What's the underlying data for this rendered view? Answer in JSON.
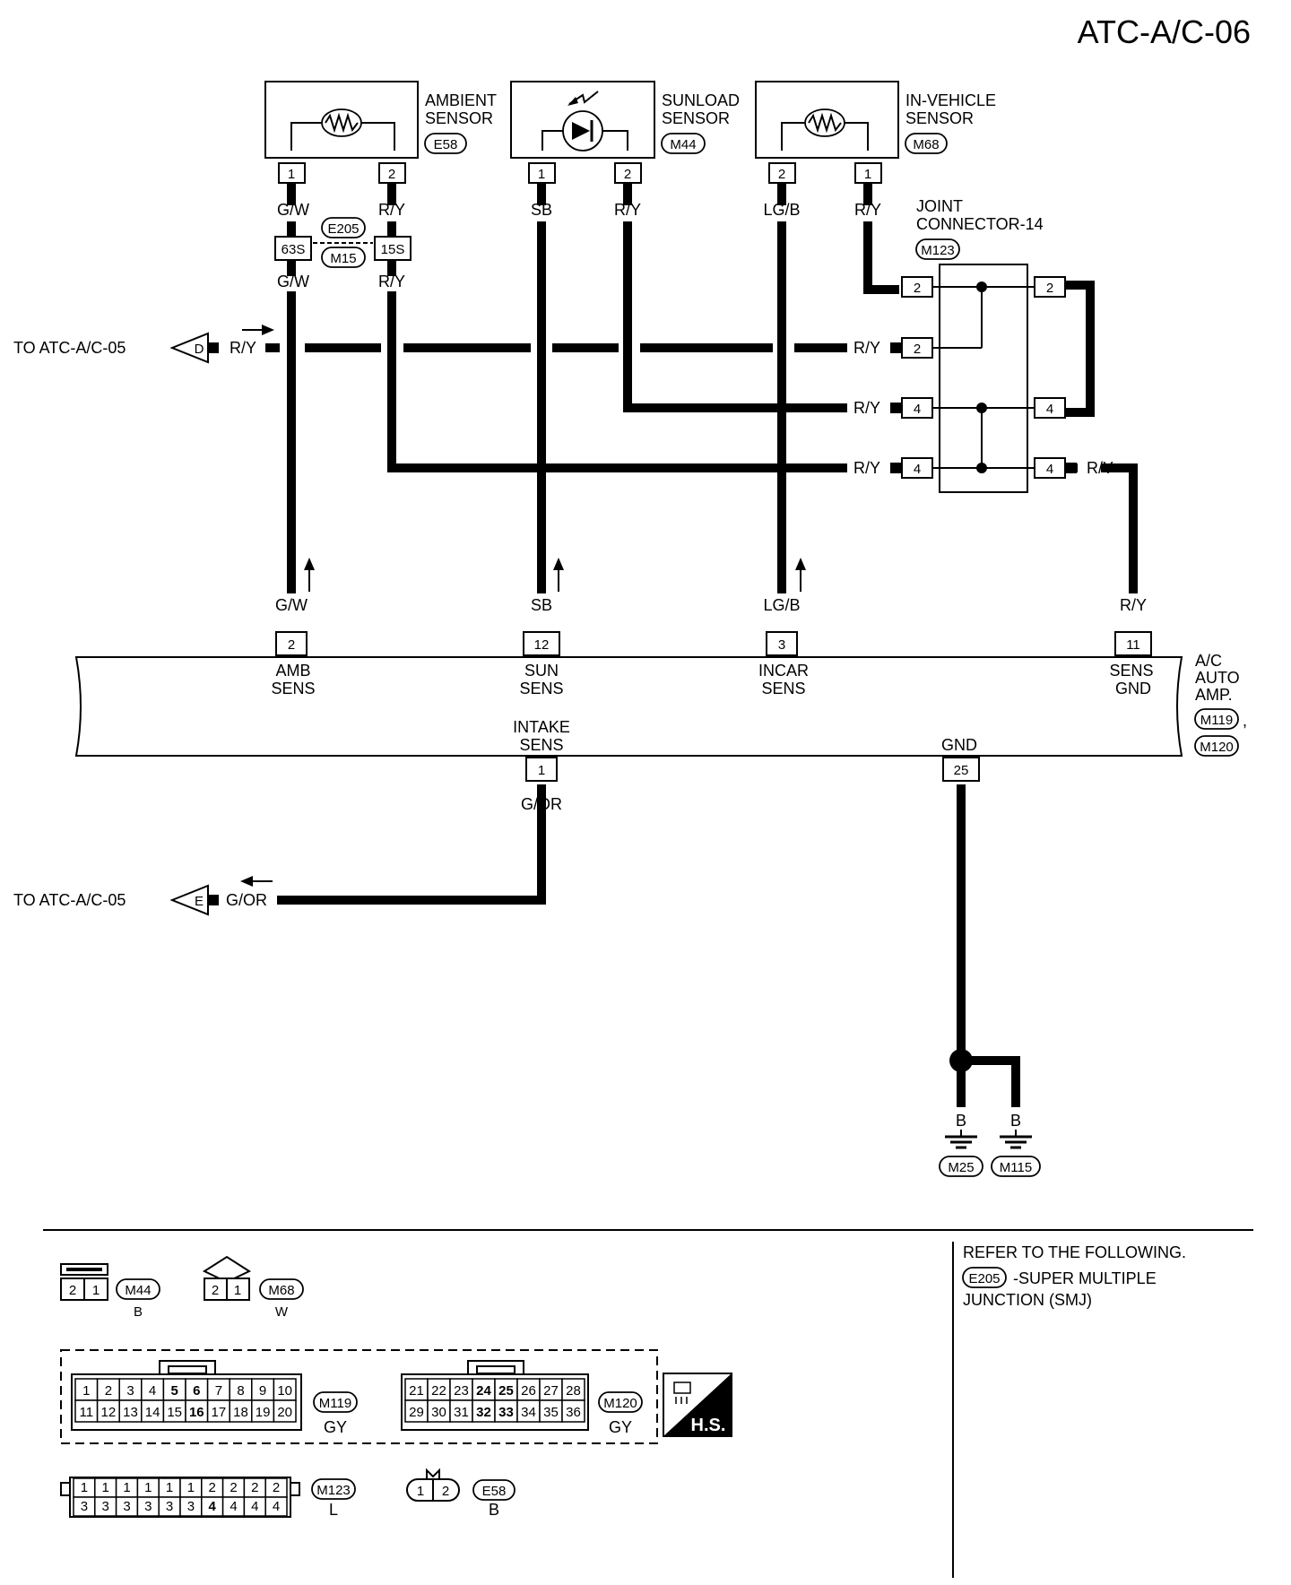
{
  "page_title": "ATC-A/C-06",
  "sensors": {
    "ambient": {
      "name_line1": "AMBIENT",
      "name_line2": "SENSOR",
      "connector": "E58",
      "pin_left": "1",
      "pin_right": "2",
      "wire_left": "G/W",
      "wire_right": "R/Y"
    },
    "sunload": {
      "name_line1": "SUNLOAD",
      "name_line2": "SENSOR",
      "connector": "M44",
      "pin_left": "1",
      "pin_right": "2",
      "wire_left": "SB",
      "wire_right": "R/Y"
    },
    "invehicle": {
      "name_line1": "IN-VEHICLE",
      "name_line2": "SENSOR",
      "connector": "M68",
      "pin_left": "2",
      "pin_right": "1",
      "wire_left": "LG/B",
      "wire_right": "R/Y"
    }
  },
  "smj": {
    "connector_top": "E205",
    "connector_bottom": "M15",
    "pin_left": "63S",
    "pin_right": "15S",
    "wire_left": "G/W",
    "wire_right": "R/Y"
  },
  "joint_connector": {
    "name_line1": "JOINT",
    "name_line2": "CONNECTOR-14",
    "connector": "M123",
    "pins_left": [
      "2",
      "2",
      "4",
      "4"
    ],
    "pins_right": [
      "2",
      "4",
      "4"
    ]
  },
  "off_page": {
    "d": {
      "text": "TO ATC-A/C-05",
      "letter": "D",
      "wire": "R/Y"
    },
    "e": {
      "text": "TO ATC-A/C-05",
      "letter": "E",
      "wire": "G/OR"
    }
  },
  "rows": {
    "r1_wire": "R/Y",
    "r2_wire": "R/Y",
    "r3_wire": "R/Y",
    "r3_out_wire": "R/Y"
  },
  "amp": {
    "name_line1": "A/C",
    "name_line2": "AUTO",
    "name_line3": "AMP.",
    "connector1": "M119",
    "comma": ",",
    "connector2": "M120",
    "top_terminals": [
      {
        "pin": "2",
        "wire": "G/W",
        "label1": "AMB",
        "label2": "SENS"
      },
      {
        "pin": "12",
        "wire": "SB",
        "label1": "SUN",
        "label2": "SENS"
      },
      {
        "pin": "3",
        "wire": "LG/B",
        "label1": "INCAR",
        "label2": "SENS"
      },
      {
        "pin": "11",
        "wire": "R/Y",
        "label1": "SENS",
        "label2": "GND"
      }
    ],
    "bottom_terminals": [
      {
        "pin": "1",
        "wire": "G/OR",
        "label1": "INTAKE",
        "label2": "SENS"
      },
      {
        "pin": "25",
        "wire": "B",
        "label1": "GND",
        "label2": ""
      }
    ]
  },
  "grounds": [
    {
      "wire": "B",
      "connector": "M25"
    },
    {
      "wire": "B",
      "connector": "M115"
    }
  ],
  "refer": {
    "line1": "REFER TO THE FOLLOWING.",
    "connector": "E205",
    "line2": "-SUPER MULTIPLE",
    "line3": "JUNCTION (SMJ)"
  },
  "connector_views": {
    "m44": {
      "id": "M44",
      "color": "B",
      "pins": [
        "2",
        "1"
      ]
    },
    "m68": {
      "id": "M68",
      "color": "W",
      "pins": [
        "2",
        "1"
      ]
    },
    "m119": {
      "id": "M119",
      "color": "GY",
      "row1": [
        "1",
        "2",
        "3",
        "4",
        "5",
        "6",
        "7",
        "8",
        "9",
        "10"
      ],
      "row2": [
        "11",
        "12",
        "13",
        "14",
        "15",
        "16",
        "17",
        "18",
        "19",
        "20"
      ]
    },
    "m120": {
      "id": "M120",
      "color": "GY",
      "row1": [
        "21",
        "22",
        "23",
        "24",
        "25",
        "26",
        "27",
        "28"
      ],
      "row2": [
        "29",
        "30",
        "31",
        "32",
        "33",
        "34",
        "35",
        "36"
      ]
    },
    "hs": {
      "text": "H.S."
    },
    "m123": {
      "id": "M123",
      "color": "L",
      "row1": [
        "1",
        "1",
        "1",
        "1",
        "1",
        "1",
        "2",
        "2",
        "2",
        "2"
      ],
      "row2": [
        "3",
        "3",
        "3",
        "3",
        "3",
        "3",
        "4",
        "4",
        "4",
        "4"
      ]
    },
    "e58": {
      "id": "E58",
      "color": "B",
      "pins": [
        "1",
        "2"
      ]
    }
  }
}
